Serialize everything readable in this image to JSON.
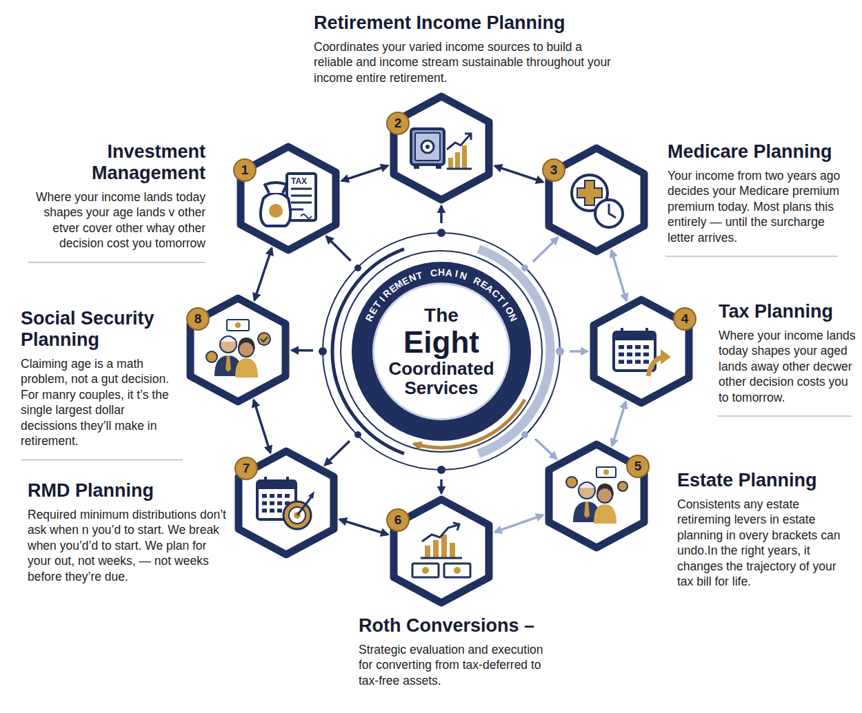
{
  "diagram": {
    "nodes": [
      {
        "text": [
          "RETIREMENT CHAIN REACTION",
          "The",
          "Eight",
          "Coordinated Services"
        ]
      },
      {
        "text": [
          "Investment Management",
          "Where your income lands today shapes your age lands v other etver cover other whay other decision cost you tomorrow"
        ]
      },
      {
        "text": [
          "Retirement Income Planning",
          "Coordinates your varied income sources to build a reliable and income stream sustainable throughout your income entire retirement."
        ]
      },
      {
        "text": [
          "Medicare Planning",
          "Your income from two years ago decides your Medicare premium premium today. Most plans this entirely — until the surcharge letter arrives."
        ]
      },
      {
        "text": [
          "Tax Planning",
          "Where your income lands today shapes your aged lands away other decwer other decision costs you to tomorrow."
        ]
      },
      {
        "text": [
          "Estate Planning",
          "Consistents any estate retireming levers in estate planning in overy brackets can undo.In the right years, it changes the trajectory of your tax bill for life."
        ]
      },
      {
        "text": [
          "Roth Conversions –",
          "Strategic evaluation and execution for converting from tax-deferred to tax-free assets."
        ]
      },
      {
        "text": [
          "RMD Planning",
          "Required minimum distributions don’t ask when n you’d to start. We break when you’d’d to start. We plan for your out, not weeks, — not weeks before they’re due."
        ]
      },
      {
        "text": [
          "Social Security Planning",
          "Claiming age is a math problem, not a gut decision. For manry couples, it t’s the single largest dollar decissions they’ll make in retirement."
        ]
      }
    ],
    "edges": [
      {
        "from": 1,
        "to": 2,
        "arrow": "both"
      },
      {
        "from": 2,
        "to": 3,
        "arrow": "both"
      },
      {
        "from": 3,
        "to": 4,
        "arrow": "both"
      },
      {
        "from": 4,
        "to": 5,
        "arrow": "both"
      },
      {
        "from": 5,
        "to": 6,
        "arrow": "both"
      },
      {
        "from": 6,
        "to": 7,
        "arrow": "both"
      },
      {
        "from": 7,
        "to": 8,
        "arrow": "both"
      },
      {
        "from": 8,
        "to": 1,
        "arrow": "both"
      },
      {
        "from": 0,
        "to": 1,
        "arrow": "to"
      },
      {
        "from": 0,
        "to": 2,
        "arrow": "to"
      },
      {
        "from": 0,
        "to": 3,
        "arrow": "to"
      },
      {
        "from": 0,
        "to": 4,
        "arrow": "to"
      },
      {
        "from": 0,
        "to": 5,
        "arrow": "to"
      },
      {
        "from": 0,
        "to": 6,
        "arrow": "to"
      },
      {
        "from": 0,
        "to": 7,
        "arrow": "to"
      },
      {
        "from": 0,
        "to": 8,
        "arrow": "to"
      }
    ],
    "labels": [
      "1",
      "2",
      "3",
      "4",
      "5",
      "6",
      "7",
      "8",
      "TAX"
    ]
  }
}
